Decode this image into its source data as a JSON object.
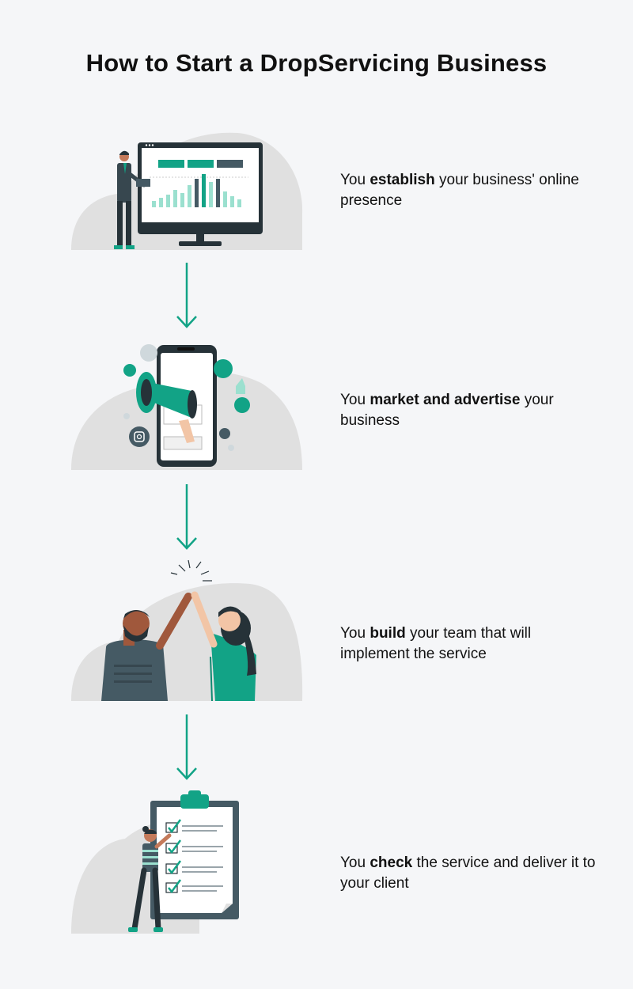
{
  "title": "How to Start a DropServicing Business",
  "colors": {
    "accent": "#12a386",
    "dark": "#263238",
    "blob": "#e0e0e0",
    "background": "#f5f6f8"
  },
  "steps": [
    {
      "pre": "You ",
      "bold": "establish",
      "post": " your business' online presence",
      "icon": "monitor-dashboard-illustration"
    },
    {
      "pre": "You ",
      "bold": "market and advertise",
      "post": " your business",
      "icon": "megaphone-phone-illustration"
    },
    {
      "pre": "You ",
      "bold": "build",
      "post": " your team that will implement the service",
      "icon": "high-five-illustration"
    },
    {
      "pre": "You ",
      "bold": "check",
      "post": " the service and deliver it to your client",
      "icon": "clipboard-checklist-illustration"
    }
  ]
}
